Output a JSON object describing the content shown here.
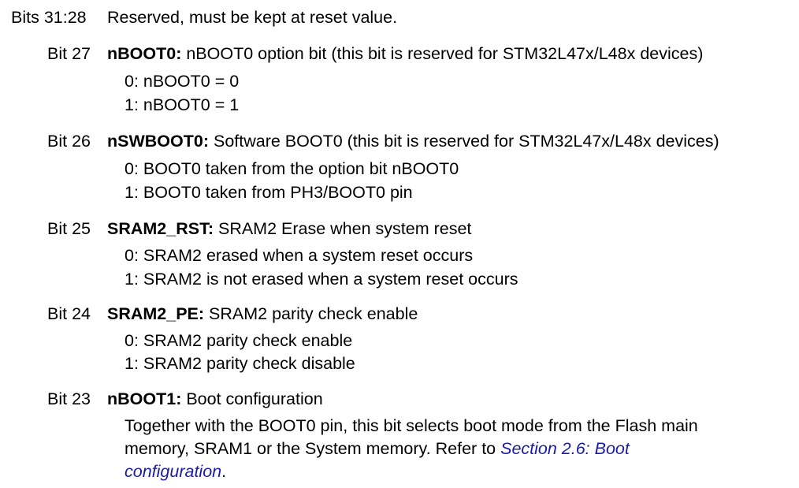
{
  "reserved": {
    "bits": "Bits 31:28",
    "desc": "Reserved, must be kept at reset value."
  },
  "fields": [
    {
      "bit": "Bit 27",
      "name": "nBOOT0:",
      "desc": " nBOOT0 option bit (this bit is reserved for STM32L47x/L48x devices)",
      "values": [
        "0: nBOOT0 = 0",
        "1: nBOOT0 = 1"
      ]
    },
    {
      "bit": "Bit 26",
      "name": "nSWBOOT0:",
      "desc": " Software BOOT0 (this bit is reserved for STM32L47x/L48x devices)",
      "values": [
        "0: BOOT0 taken from the option bit nBOOT0",
        "1: BOOT0 taken from PH3/BOOT0 pin"
      ]
    },
    {
      "bit": "Bit 25",
      "name": "SRAM2_RST:",
      "desc": " SRAM2 Erase when system reset",
      "values": [
        "0: SRAM2 erased when a system reset occurs",
        "1: SRAM2 is not erased when a system reset occurs"
      ]
    },
    {
      "bit": "Bit 24",
      "name": "SRAM2_PE:",
      "desc": " SRAM2 parity check enable",
      "values": [
        "0: SRAM2 parity check enable",
        "1: SRAM2 parity check disable"
      ]
    },
    {
      "bit": "Bit 23",
      "name": "nBOOT1:",
      "desc": " Boot configuration",
      "para_line1": "Together with the BOOT0 pin, this bit selects boot mode from the Flash main",
      "para_line2": "memory, SRAM1 or the System memory. Refer to ",
      "link_part1": "Section 2.6: Boot",
      "link_part2": "configuration",
      "para_end": "."
    }
  ],
  "colors": {
    "link": "#1a1aa6",
    "text": "#000000"
  }
}
